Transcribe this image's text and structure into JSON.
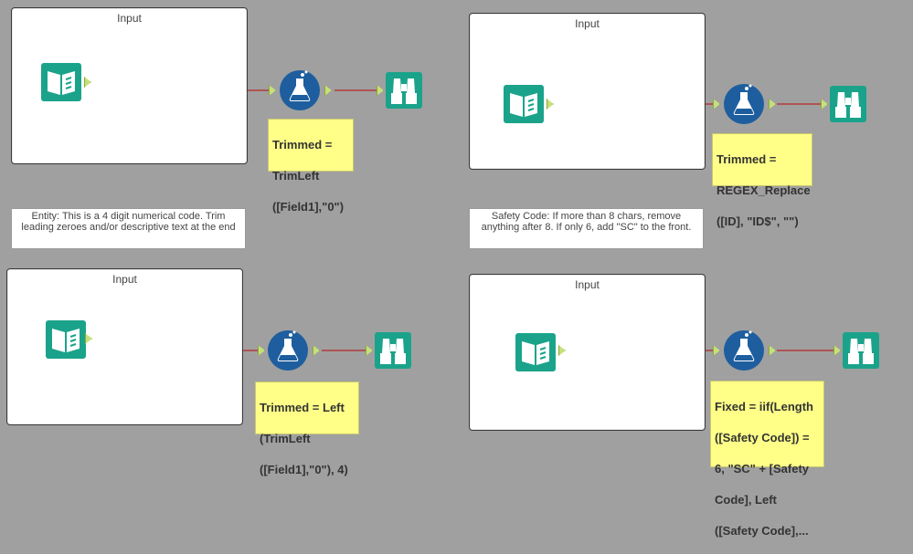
{
  "colors": {
    "canvas": "#a0a0a0",
    "tool_teal": "#1aa38a",
    "formula_blue": "#1e5e9e",
    "wire_red": "#b23a3a",
    "annotation_yellow": "#ffff88",
    "anchor_green": "#c6e07a"
  },
  "icons": {
    "input": "book-open-icon",
    "formula": "flask-icon",
    "browse": "binoculars-icon"
  },
  "workflows": [
    {
      "container_title": "Input",
      "annotation_lines": [
        "Trimmed =",
        "TrimLeft",
        "([Field1],\"0\")"
      ]
    },
    {
      "container_title": "Input",
      "annotation_lines": [
        "Trimmed =",
        "REGEX_Replace",
        "([ID], \"ID$\", \"\")"
      ]
    },
    {
      "comment": "Entity: This is a 4 digit numerical code. Trim leading zeroes and/or descriptive text at the end",
      "container_title": "Input",
      "annotation_lines": [
        "Trimmed = Left",
        "(TrimLeft",
        "([Field1],\"0\"), 4)"
      ]
    },
    {
      "comment": "Safety Code: If more than 8 chars, remove anything after 8. If only 6, add \"SC\" to the front.",
      "container_title": "Input",
      "annotation_lines": [
        "Fixed = iif(Length",
        "([Safety Code]) =",
        "6, \"SC\" + [Safety",
        "Code], Left",
        "([Safety Code],..."
      ]
    }
  ]
}
